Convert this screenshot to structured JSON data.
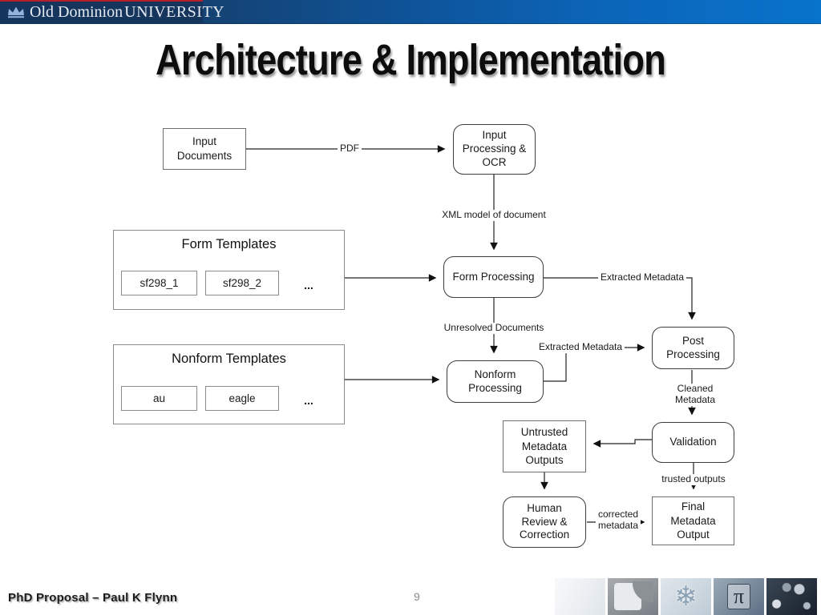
{
  "header": {
    "logo": {
      "name_part1": "Old Dominion",
      "name_part2": "UNIVERSITY"
    },
    "colors": {
      "bar_left": "#122f55",
      "bar_right": "#0873cb",
      "logo_bg": "#16355d",
      "red_stripe": "#b3202c",
      "crown": "#8fb3d9"
    }
  },
  "title": "Architecture & Implementation",
  "diagram": {
    "nodes": {
      "input_documents": "Input\nDocuments",
      "input_processing": "Input\nProcessing &\nOCR",
      "form_processing": "Form Processing",
      "nonform_processing": "Nonform\nProcessing",
      "post_processing": "Post\nProcessing",
      "validation": "Validation",
      "untrusted_outputs": "Untrusted\nMetadata\nOutputs",
      "human_review": "Human\nReview &\nCorrection",
      "final_output": "Final\nMetadata\nOutput"
    },
    "groups": {
      "form_templates": {
        "title": "Form Templates",
        "items": [
          "sf298_1",
          "sf298_2"
        ],
        "more": "..."
      },
      "nonform_templates": {
        "title": "Nonform Templates",
        "items": [
          "au",
          "eagle"
        ],
        "more": "..."
      }
    },
    "edge_labels": {
      "pdf": "PDF",
      "xml_model": "XML model of document",
      "extracted_metadata_form": "Extracted Metadata",
      "unresolved_documents": "Unresolved Documents",
      "extracted_metadata_nonform": "Extracted Metadata",
      "cleaned_metadata": "Cleaned\nMetadata",
      "trusted_outputs": "trusted outputs",
      "corrected_metadata": "corrected\nmetadata"
    }
  },
  "footer": {
    "left_text": "PhD Proposal – Paul K Flynn",
    "page_number": "9",
    "thumbnails": [
      {
        "name": "faded-statue-photo",
        "glyph": ""
      },
      {
        "name": "bird-shape-photo",
        "glyph": ""
      },
      {
        "name": "snowflake-photo",
        "glyph": "❄"
      },
      {
        "name": "pi-blueprint-photo",
        "glyph": "π"
      },
      {
        "name": "star-cluster-photo",
        "glyph": ""
      }
    ]
  }
}
